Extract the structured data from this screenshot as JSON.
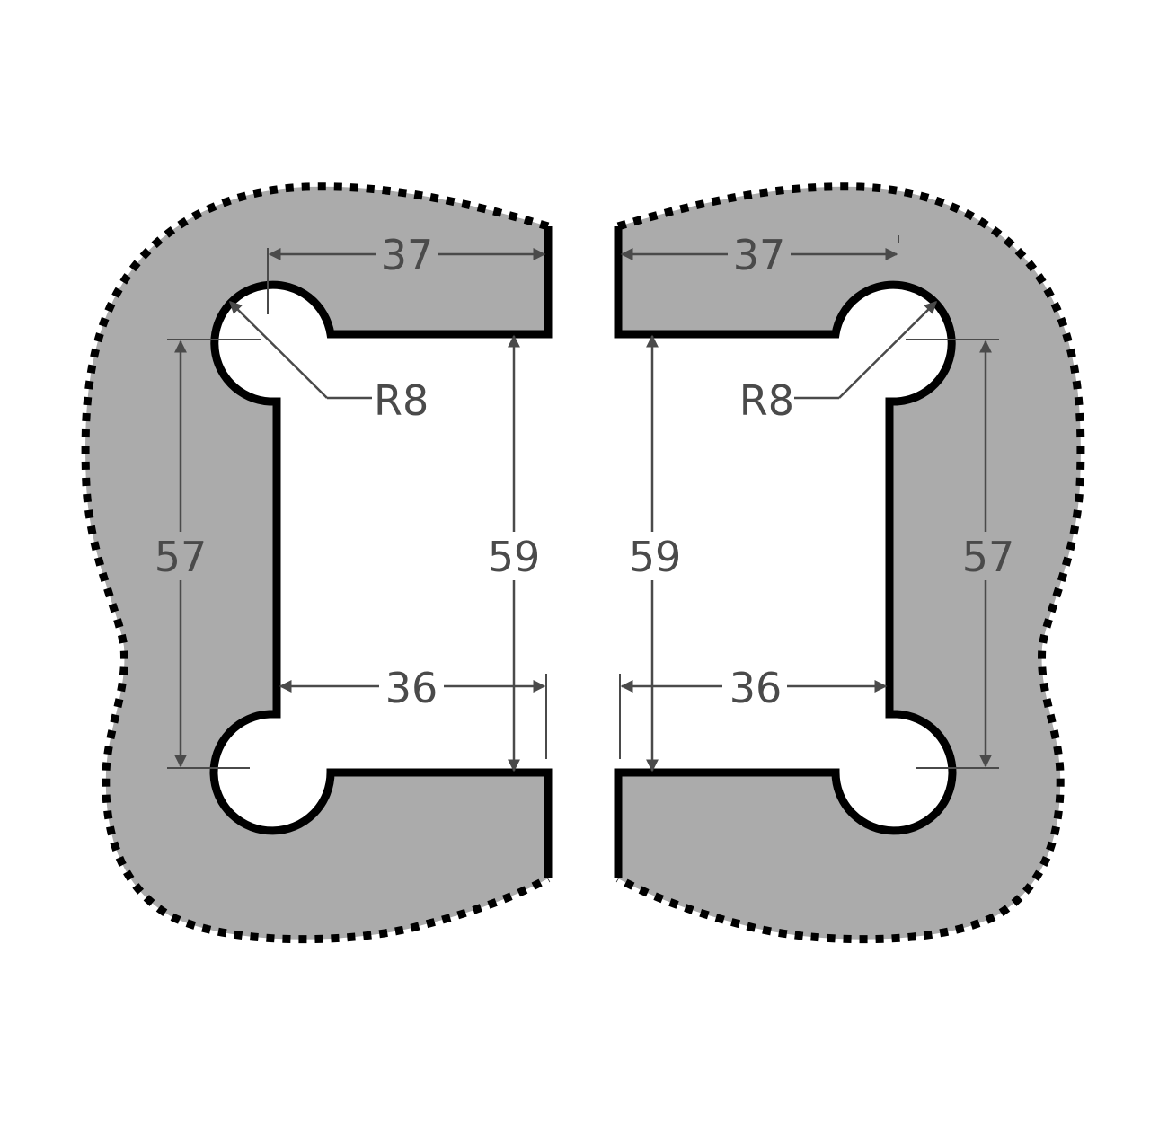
{
  "colors": {
    "body": "#ababab",
    "outline": "#000000",
    "dimension": "#4a4a4a",
    "background": "#ffffff"
  },
  "left_part": {
    "dim_top_width": "37",
    "dim_radius": "R8",
    "dim_slot_pitch": "57",
    "dim_opening_height": "59",
    "dim_bottom_width": "36"
  },
  "right_part": {
    "dim_top_width": "37",
    "dim_radius": "R8",
    "dim_slot_pitch": "57",
    "dim_opening_height": "59",
    "dim_bottom_width": "36"
  }
}
